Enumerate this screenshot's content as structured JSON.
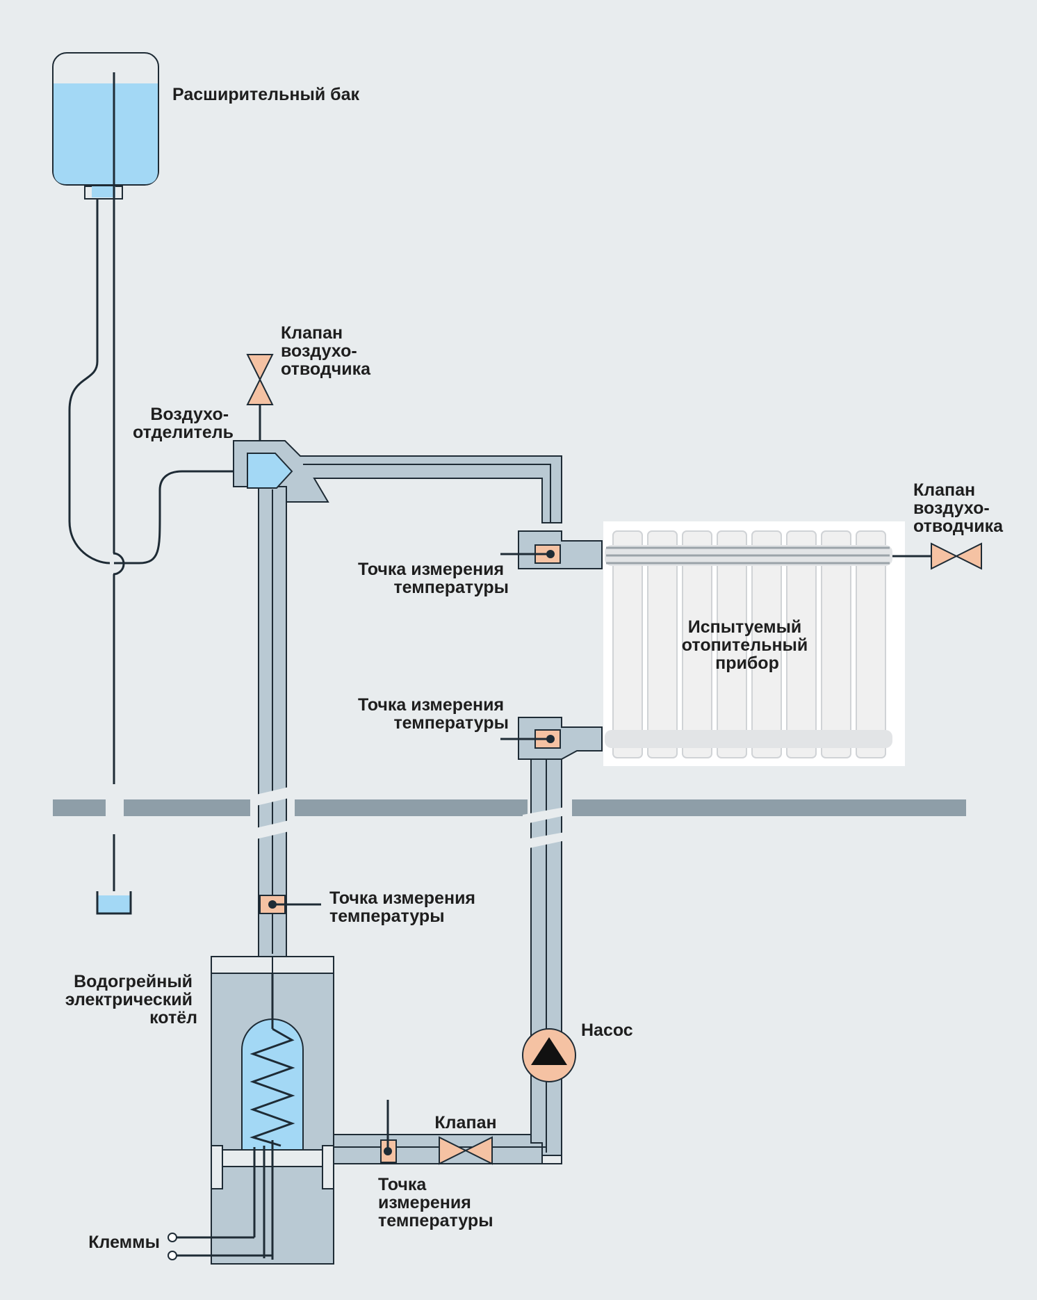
{
  "colors": {
    "background": "#e8ecee",
    "pipe_fill": "#b9c9d3",
    "pipe_stroke": "#1e2b35",
    "water": "#a3d8f5",
    "accent": "#f5c2a3",
    "floor": "#8e9ea8",
    "radiator": "#f3f3f3"
  },
  "labels": {
    "expansion_tank": "Расширительный бак",
    "air_valve_top": [
      "Клапан",
      "воздухо-",
      "отводчика"
    ],
    "air_separator": [
      "Воздухо-",
      "отделитель"
    ],
    "air_valve_right": [
      "Клапан",
      "воздухо-",
      "отводчика"
    ],
    "temp_point_upper": [
      "Точка измерения",
      "температуры"
    ],
    "temp_point_middle": [
      "Точка измерения",
      "температуры"
    ],
    "temp_point_riser": [
      "Точка измерения",
      "температуры"
    ],
    "temp_point_bottom": [
      "Точка",
      "измерения",
      "температуры"
    ],
    "radiator": [
      "Испытуемый",
      "отопительный",
      "прибор"
    ],
    "boiler": [
      "Водогрейный",
      "электрический",
      "котёл"
    ],
    "pump": "Насос",
    "valve": "Клапан",
    "terminals": "Клеммы"
  },
  "icons": {
    "valve": "valve-icon",
    "pump": "pump-icon",
    "sensor": "temperature-sensor-icon",
    "heating_element": "heating-coil-icon"
  }
}
